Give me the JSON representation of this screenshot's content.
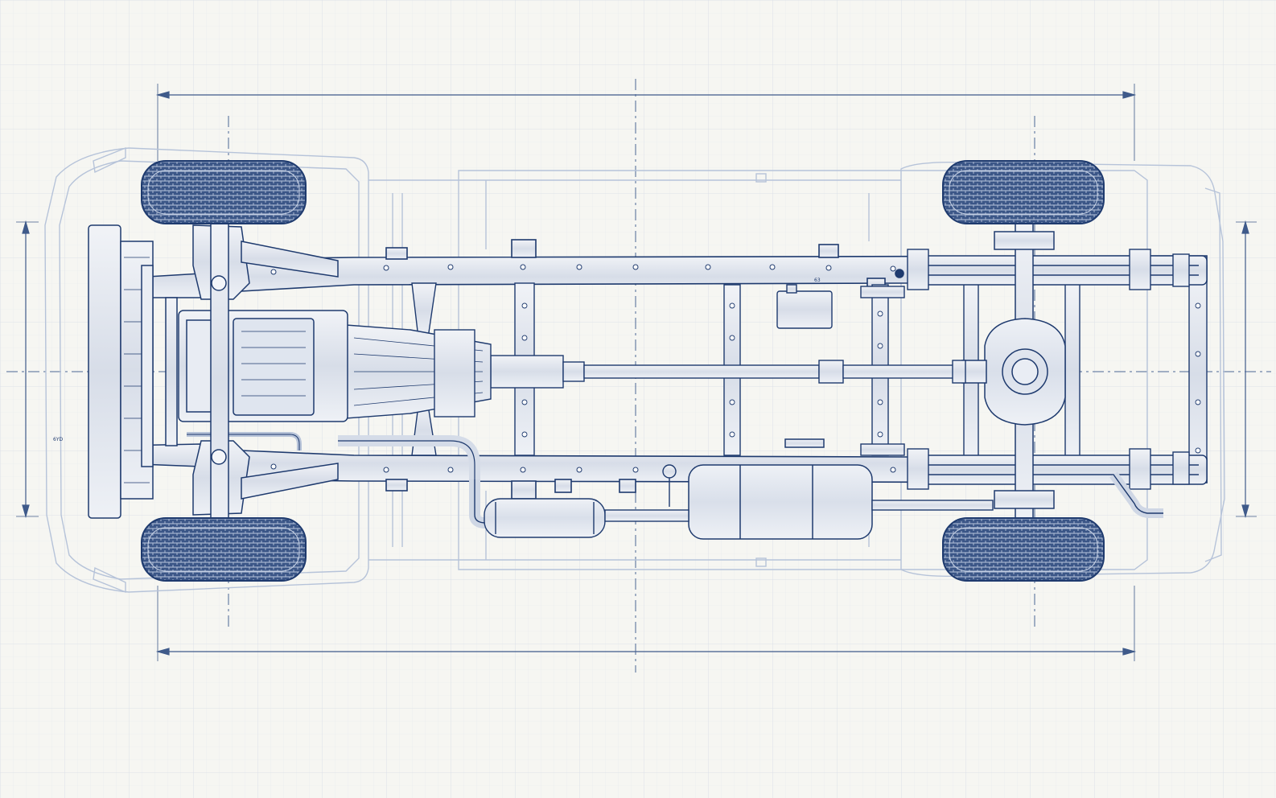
{
  "diagram": {
    "kind": "vehicle chassis underside blueprint",
    "colors": {
      "paper": "#f6f6f2",
      "grid": "#dfe3ea",
      "ink": "#1e3a6e",
      "ink_light": "#9fb0cc",
      "fill_metal": "#e4e8f0",
      "tire_dark": "#2e4a7c"
    },
    "labels": {
      "front_bumper_mark": "6YD",
      "frame_mark": "63",
      "tag_mark": "▪"
    }
  }
}
